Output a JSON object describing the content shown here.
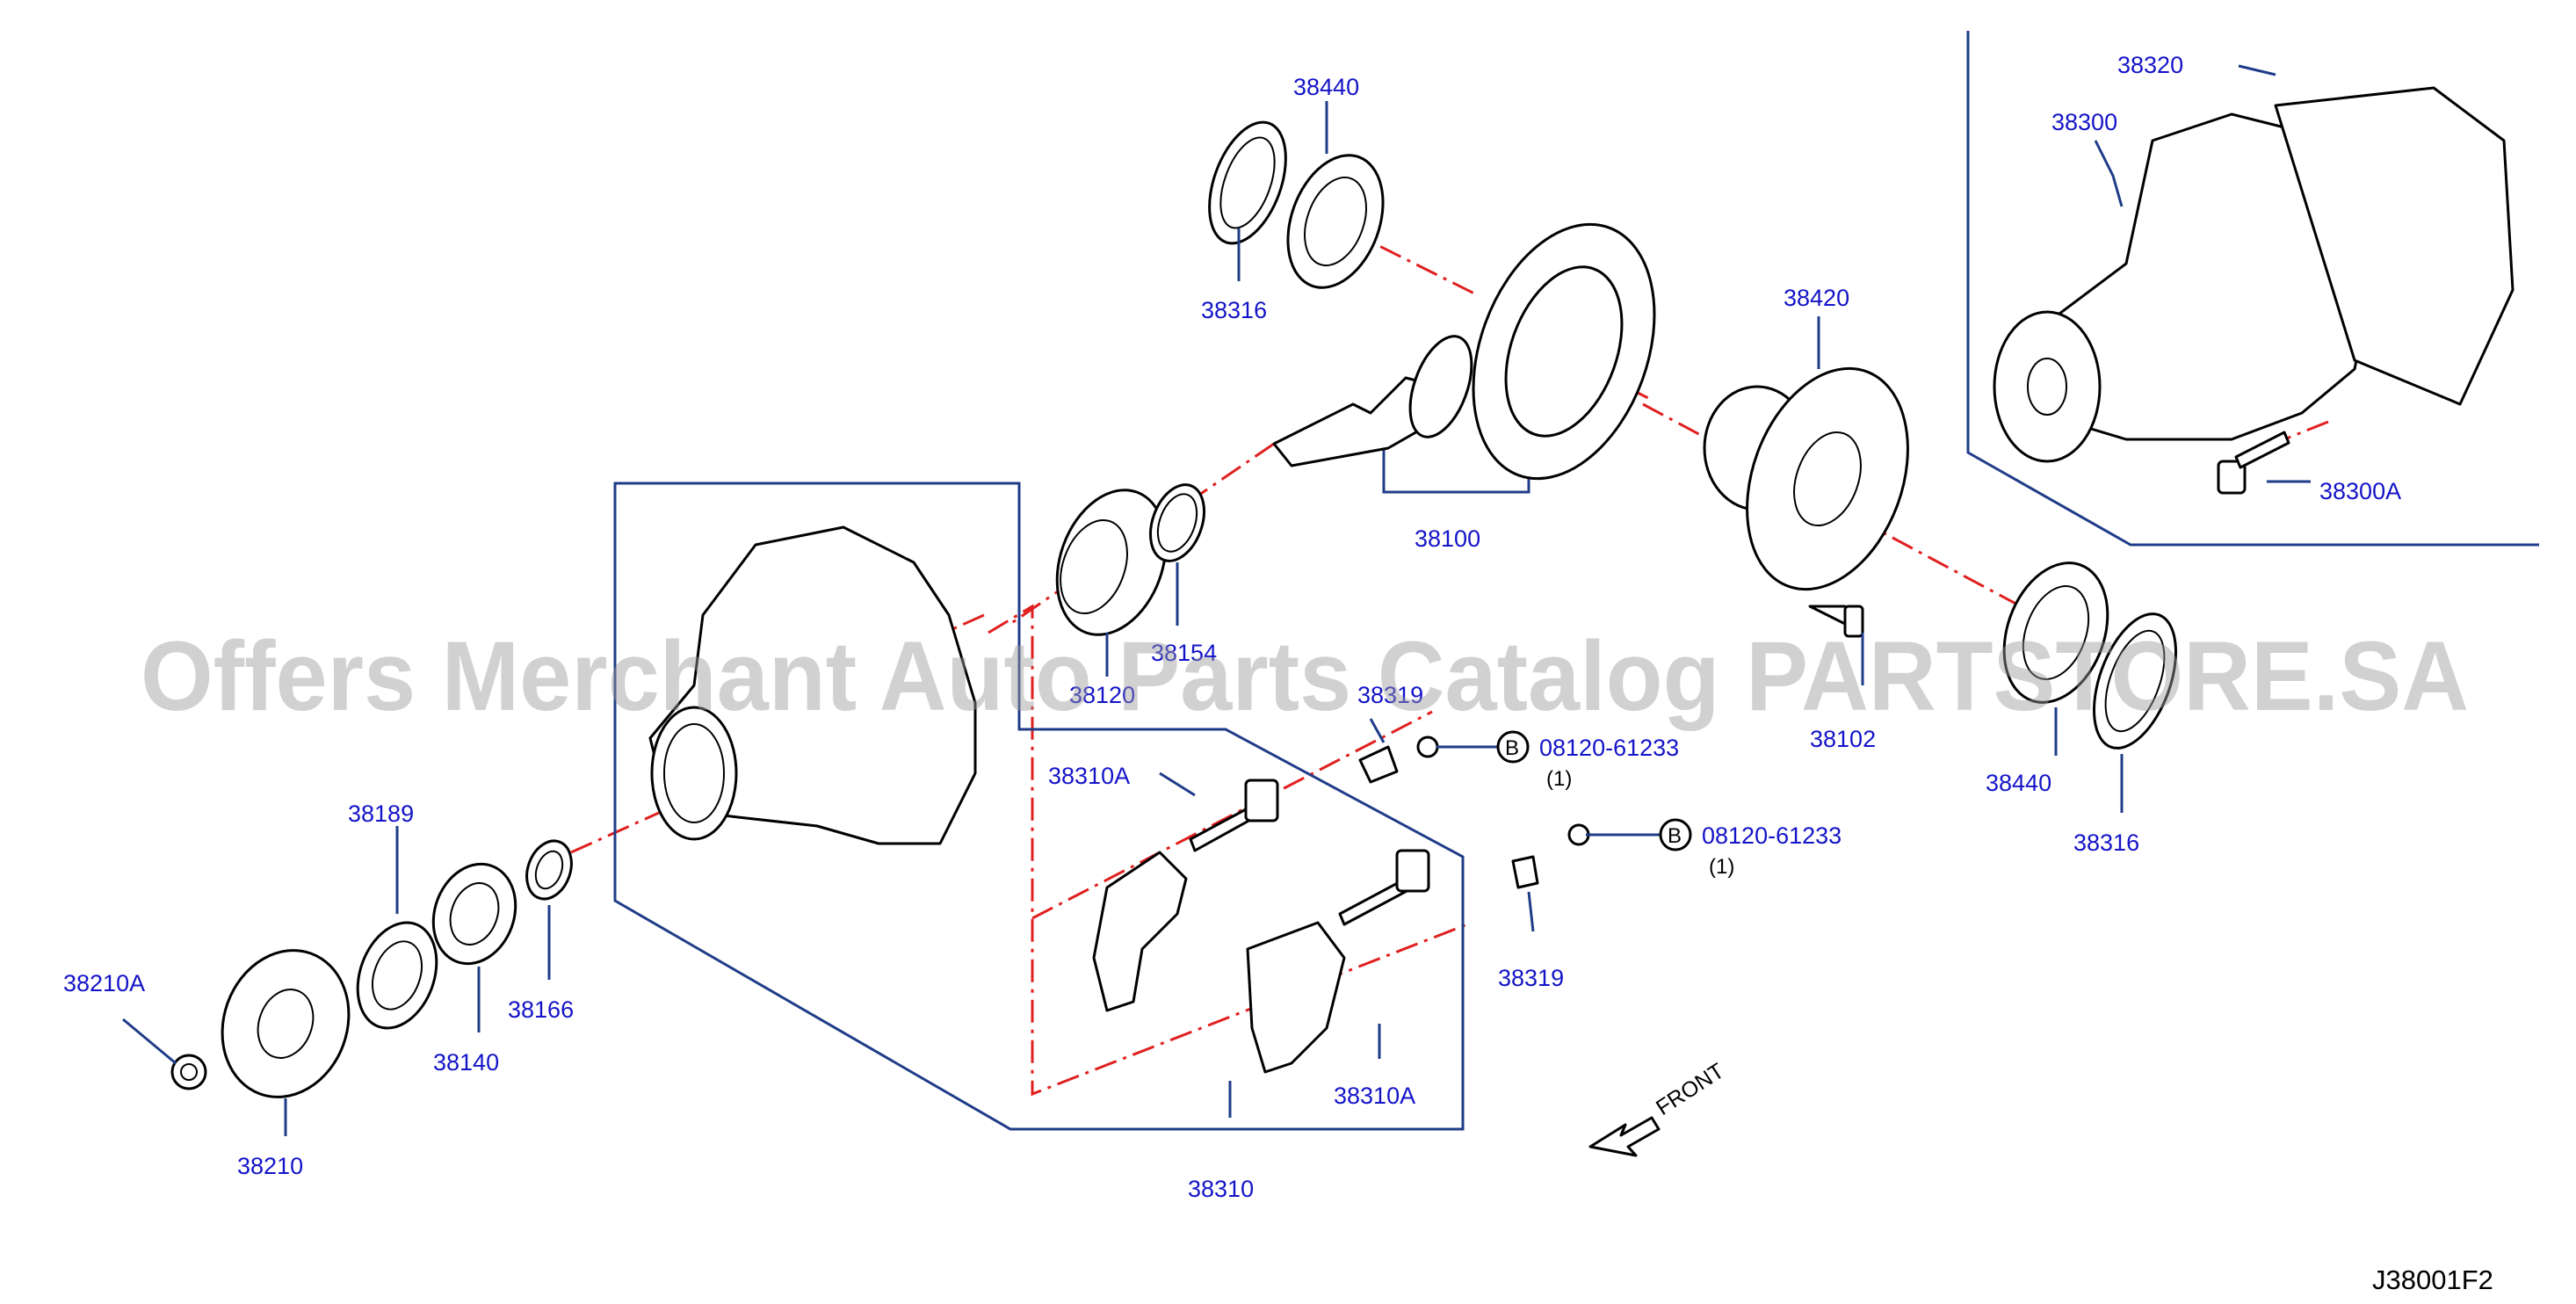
{
  "watermark": "Offers Merchant Auto Parts Catalog PARTSTORE.SA",
  "diagram_code": "J38001F2",
  "front_label": "FRONT",
  "colors": {
    "label": "#1414c8",
    "leader": "#1f3c88",
    "centerline": "#e02020",
    "line": "#000000"
  },
  "labels": {
    "l38440_top": "38440",
    "l38316_top": "38316",
    "l38420": "38420",
    "l38100": "38100",
    "l38320": "38320",
    "l38300": "38300",
    "l38300A": "38300A",
    "l38120": "38120",
    "l38154": "38154",
    "l38319_top": "38319",
    "l38310A_top": "38310A",
    "l38310A_bot": "38310A",
    "l38310": "38310",
    "l38319_bot": "38319",
    "l38102": "38102",
    "l38440_right": "38440",
    "l38316_right": "38316",
    "l38189": "38189",
    "l38166": "38166",
    "l38140": "38140",
    "l38210A": "38210A",
    "l38210": "38210"
  },
  "bolt_callouts": [
    {
      "marker": "B",
      "part": "08120-61233",
      "qty": "(1)"
    },
    {
      "marker": "B",
      "part": "08120-61233",
      "qty": "(1)"
    }
  ]
}
